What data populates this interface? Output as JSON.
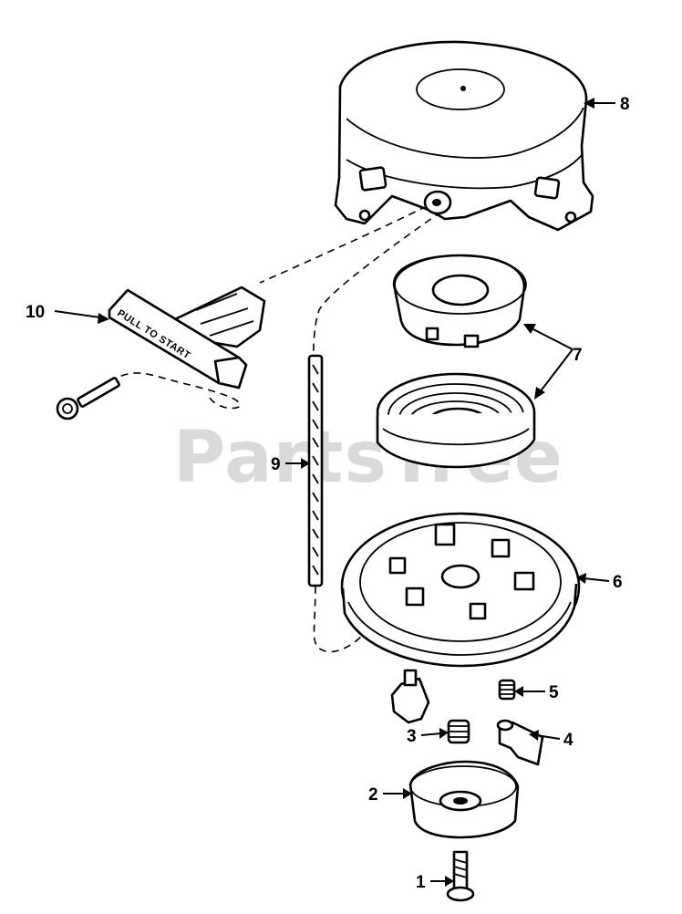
{
  "watermark": "PartsTree",
  "handle_text": "PULL TO START",
  "callouts": [
    {
      "id": "1",
      "label": "1"
    },
    {
      "id": "2",
      "label": "2"
    },
    {
      "id": "3",
      "label": "3"
    },
    {
      "id": "4",
      "label": "4"
    },
    {
      "id": "5",
      "label": "5"
    },
    {
      "id": "6",
      "label": "6"
    },
    {
      "id": "7",
      "label": "7"
    },
    {
      "id": "8",
      "label": "8"
    },
    {
      "id": "9",
      "label": "9"
    },
    {
      "id": "10",
      "label": "10"
    }
  ]
}
